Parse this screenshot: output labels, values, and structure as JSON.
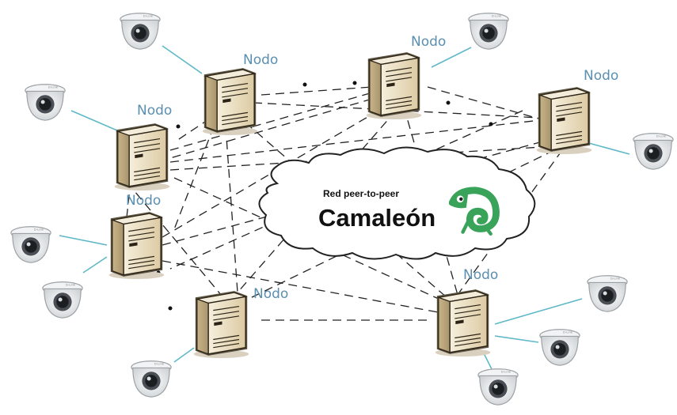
{
  "diagram": {
    "node_label": "Nodo",
    "cloud": {
      "subtitle": "Red peer-to-peer",
      "title": "Camaleón",
      "logo_icon": "chameleon-icon"
    },
    "colors": {
      "node_label": "#5a8fb0",
      "camera_link": "#5fb8c8",
      "chameleon": "#3aa35a",
      "server_body": "#efe3c8"
    },
    "servers": [
      {
        "id": "s1",
        "label": "Nodo"
      },
      {
        "id": "s2",
        "label": "Nodo"
      },
      {
        "id": "s3",
        "label": "Nodo"
      },
      {
        "id": "s4",
        "label": "Nodo"
      },
      {
        "id": "s5",
        "label": "Nodo"
      },
      {
        "id": "s6",
        "label": "Nodo"
      },
      {
        "id": "s7",
        "label": "Nodo"
      }
    ],
    "cameras": [
      {
        "id": "c1",
        "icon": "dome-camera-icon",
        "server": "s1"
      },
      {
        "id": "c2",
        "icon": "dome-camera-icon",
        "server": "s2"
      },
      {
        "id": "c3",
        "icon": "dome-camera-icon",
        "server": "s3"
      },
      {
        "id": "c4",
        "icon": "dome-camera-icon",
        "server": "s4"
      },
      {
        "id": "c5",
        "icon": "dome-camera-icon",
        "server": "s5"
      },
      {
        "id": "c6",
        "icon": "dome-camera-icon",
        "server": "s5"
      },
      {
        "id": "c7",
        "icon": "dome-camera-icon",
        "server": "s7"
      },
      {
        "id": "c8",
        "icon": "dome-camera-icon",
        "server": "s6"
      },
      {
        "id": "c9",
        "icon": "dome-camera-icon",
        "server": "s6"
      },
      {
        "id": "c10",
        "icon": "dome-camera-icon",
        "server": "s6"
      }
    ]
  }
}
